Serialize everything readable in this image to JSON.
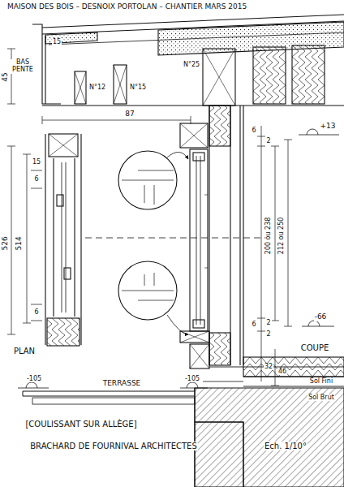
{
  "diagram": {
    "title": "MAISON DES BOIS – DESNOIX PORTOLAN – CHANTIER MARS 2015",
    "labels": [
      "45",
      "BAS PENTE",
      "15",
      "N°12",
      "N°15",
      "N°25",
      "87",
      "15",
      "6",
      "526",
      "514",
      "6",
      "6",
      "2",
      "+13",
      "200 ou 238",
      "212 ou 250",
      "2",
      "2",
      "-66",
      "6",
      "32",
      "46",
      "PLAN",
      "COUPE",
      "-105",
      "TERRASSE",
      "-105",
      "Sol Fini",
      "Sol Brut",
      "[COULISSANT SUR ALLÈGE]",
      "BRACHARD DE FOURNIVAL ARCHITECTES",
      "Ech. 1/10°"
    ]
  }
}
